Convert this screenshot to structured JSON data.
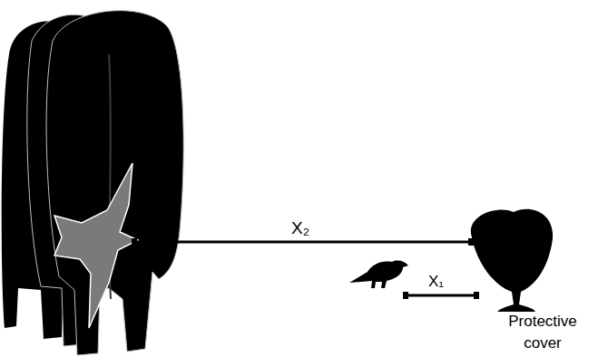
{
  "diagram": {
    "labels": [
      "X₂",
      "X₁",
      "Protective cover"
    ]
  }
}
